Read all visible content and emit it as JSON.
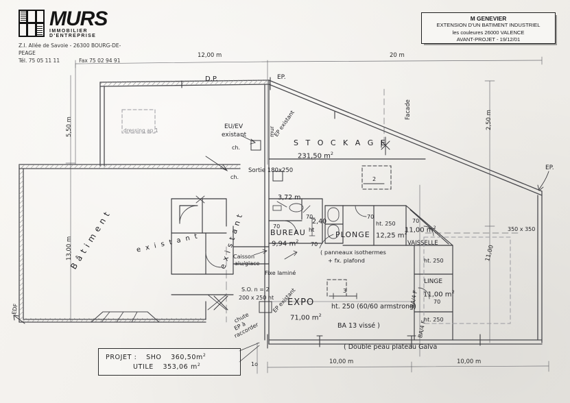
{
  "document": {
    "kind": "architectural-floor-plan",
    "sheet_title": "AVANT-PROJET"
  },
  "logo": {
    "name": "MURS",
    "tagline": "IMMOBILIER D'ENTREPRISE",
    "address": "Z.I. Allée de Savoie - 26300 BOURG-DE-PEAGE",
    "tel": "Tél. 75 05 11 11",
    "fax": "Fax 75 02 94 91"
  },
  "title_block": {
    "client": "M GENEVIER",
    "line2": "EXTENSION D'UN BATIMENT INDUSTRIEL",
    "line3": "les couleures 26000 VALENCE",
    "line4": "AVANT-PROJET - 19/12/01"
  },
  "project_box": {
    "label": "PROJET :",
    "sho_label": "SHO",
    "sho_value": "360,50m",
    "utile_label": "UTILE",
    "utile_value": "353,06 m",
    "unit_exp": "2"
  },
  "rooms": [
    {
      "name": "S T O C K A G E",
      "area": "231,50 m",
      "exp": "2",
      "height": ""
    },
    {
      "name": "BUREAU",
      "area": "9,94 m",
      "exp": "2",
      "height": ""
    },
    {
      "name": "PLONGE",
      "area": "12,25 m",
      "exp": "2",
      "height": "ht. 250"
    },
    {
      "name": "VAISSELLE",
      "area": "11,00 m",
      "exp": "2",
      "height": "ht. 250"
    },
    {
      "name": "LINGE",
      "area": "11,00 m",
      "exp": "2",
      "height": "ht. 250"
    },
    {
      "name": "EXPO",
      "area": "71,00 m",
      "exp": "2",
      "height": "ht. 250 (60/60 armstrong)"
    }
  ],
  "dimensions": {
    "top_left": "12,00 m",
    "top_right": "20 m",
    "left_upper": "5,50 m",
    "left_lower": "13,00 m",
    "right_upper": "2,50 m",
    "right_lower": "11,00",
    "bottom_left": "10,00 m",
    "bottom_right": "10,00 m",
    "bottom_tick": "1o"
  },
  "annotations": {
    "dp": "D.P.",
    "ep_top": "EP.",
    "ep_right": "EP.",
    "facade": "Facade",
    "mur": "mur",
    "eu_ev": "EU/EV",
    "eu_ev_2": "existant",
    "ch_upper": "ch.",
    "ch_lower": "ch.",
    "ep_existant": "EP existant",
    "sortie": "Sortie 180x250",
    "batiment": "B â t i m e n t",
    "existant": "e x i s t a n t",
    "edf": "EDF",
    "dressing": "dressing ap 1",
    "panneaux_1": "( panneaux isothermes",
    "panneaux_2": "+ fx. plafond",
    "caisson_1": "Caisson",
    "caisson_2": "alu/glace",
    "fixe_lamine": "Fixe laminé",
    "so_n2": "S.O.    n = 2",
    "so_dim": "200 x 250 ht",
    "chute_1": "chute",
    "chute_2": "EP à",
    "chute_3": "raccorder",
    "ep_existant_2": "EP existant",
    "ba13": "BA 13 vissé )",
    "double_peau": "( Double peau   plateau   Galva",
    "dim_350": "350 x 350",
    "dim_350_right": "350 x 350",
    "ba_f": "BA/4 F",
    "ba_f2": "BA/4 F",
    "ht250_vaisselle": "ht. 250",
    "ht250_linge": "ht. 250",
    "mark_2": "2",
    "mark_3": "3",
    "door_70_a": "70",
    "door_70_b": "70",
    "door_70_c": "70",
    "door_70_d": "70",
    "door_70_e": "70",
    "door_70_f": "70",
    "dim_372": "3,72 m",
    "dim_240": "2,40",
    "dim_240_h": "ht"
  },
  "colors": {
    "paper": "#f4f2ee",
    "ink": "#26262a",
    "wall": "#4a4a4a"
  }
}
